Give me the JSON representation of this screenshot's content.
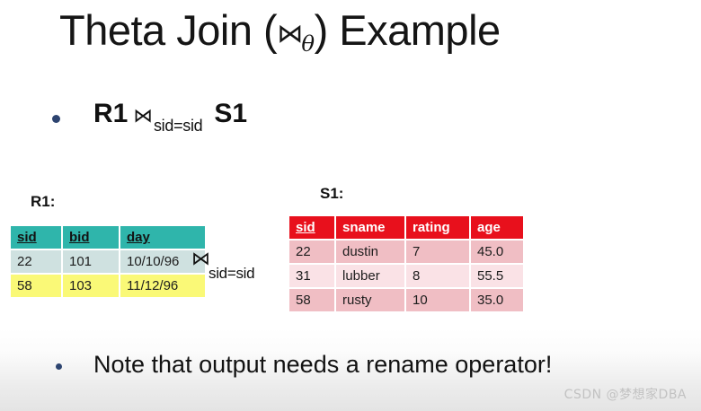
{
  "slide": {
    "title_prefix": "Theta Join (",
    "title_bowtie": "⋈",
    "title_theta": "θ",
    "title_suffix": ") Example",
    "bullet_one": {
      "left_relation": "R1",
      "operator": "⋈",
      "condition": "sid=sid",
      "right_relation": "S1"
    },
    "join_operator": {
      "symbol": "⋈",
      "condition": "sid=sid"
    },
    "bullet_two": {
      "text": "Note that output needs a rename operator!"
    },
    "watermark": "CSDN @梦想家DBA"
  },
  "tables": {
    "r1": {
      "caption": "R1:",
      "columns": [
        "sid",
        "bid",
        "day"
      ],
      "rows": [
        [
          "22",
          "101",
          "10/10/96"
        ],
        [
          "58",
          "103",
          "11/12/96"
        ]
      ],
      "header_color": "#2fb5ab",
      "row_colors": [
        "#cfe1e0",
        "#faf977"
      ]
    },
    "s1": {
      "caption": "S1:",
      "columns": [
        "sid",
        "sname",
        "rating",
        "age"
      ],
      "rows": [
        [
          "22",
          "dustin",
          "7",
          "45.0"
        ],
        [
          "31",
          "lubber",
          "8",
          "55.5"
        ],
        [
          "58",
          "rusty",
          "10",
          "35.0"
        ]
      ],
      "header_color": "#e8101c",
      "row_colors": [
        "#f0bec4",
        "#fae2e6"
      ]
    }
  }
}
